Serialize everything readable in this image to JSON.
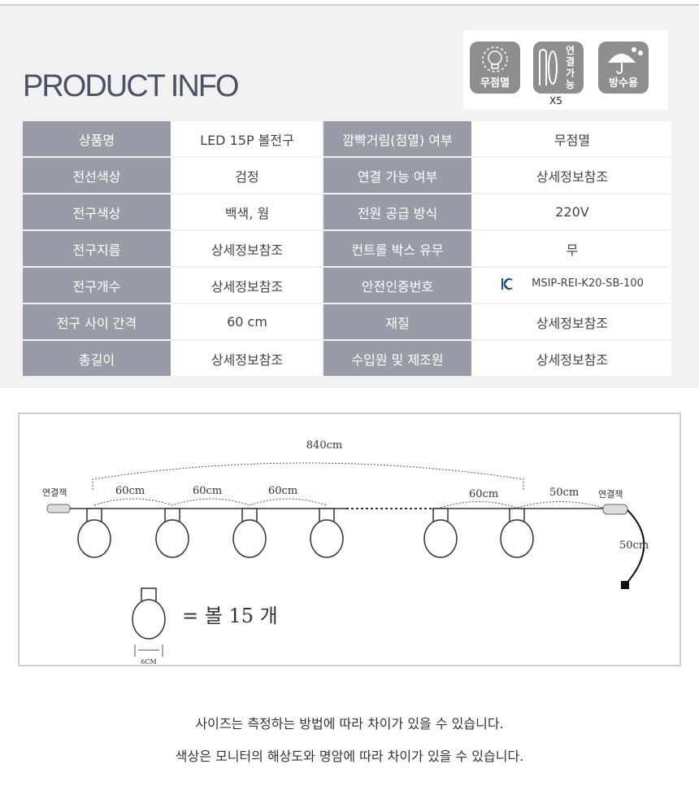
{
  "header": {
    "title": "PRODUCT INFO"
  },
  "badges": [
    {
      "label": "무점멸",
      "icon": "bulb-icon"
    },
    {
      "label": "연결가능",
      "icon": "connect-icon",
      "note": "X5"
    },
    {
      "label": "방수용",
      "icon": "umbrella-icon"
    }
  ],
  "spec_rows": [
    [
      "상품명",
      "LED 15P 볼전구",
      "깜빡거림(점멸) 여부",
      "무점멸"
    ],
    [
      "전선색상",
      "검정",
      "연결 가능 여부",
      "상세정보참조"
    ],
    [
      "전구색상",
      "백색, 웜",
      "전원 공급 방식",
      "220V"
    ],
    [
      "전구지름",
      "상세정보참조",
      "컨트롤 박스 유무",
      "무"
    ],
    [
      "전구개수",
      "상세정보참조",
      "안전인증번호",
      "MSIP-REI-K20-SB-100"
    ],
    [
      "전구 사이 간격",
      "60 cm",
      "재질",
      "상세정보참조"
    ],
    [
      "총길이",
      "상세정보참조",
      "수입원 및 제조원",
      "상세정보참조"
    ]
  ],
  "diagram": {
    "total": "840cm",
    "spacing": [
      "60cm",
      "60cm",
      "60cm",
      "60cm"
    ],
    "end_spacing": "50cm",
    "connector_left": "연결잭",
    "connector_right": "연결잭",
    "cord": "50cm",
    "legend": "= 볼 15 개",
    "bulb_width": "6CM"
  },
  "footer": [
    "사이즈는 측정하는 방법에 따라 차이가 있을 수 있습니다.",
    "색상은 모니터의 해상도와 명암에 따라 차이가 있을 수 있습니다."
  ]
}
